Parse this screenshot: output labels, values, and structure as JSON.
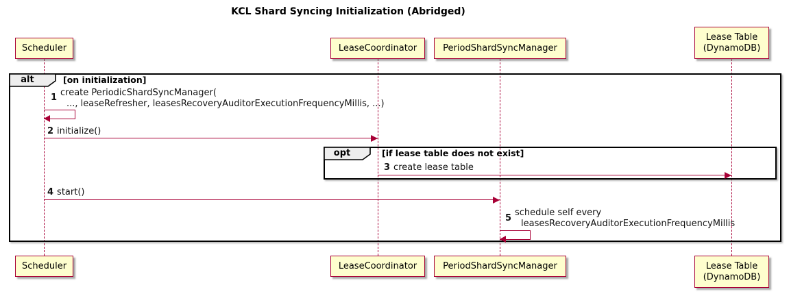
{
  "diagram": {
    "type": "sequence",
    "title": "KCL Shard Syncing Initialization (Abridged)"
  },
  "colors": {
    "background": "#FFFFFF",
    "participant_fill": "#FEFECE",
    "participant_border": "#A80036",
    "lifeline": "#A80036",
    "arrow": "#A80036",
    "frame_border": "#000000",
    "frame_tab_fill": "#EEEEEE"
  },
  "participants": [
    {
      "name": "Scheduler"
    },
    {
      "name": "LeaseCoordinator"
    },
    {
      "name": "PeriodShardSyncManager"
    },
    {
      "name": "Lease Table",
      "name_line2": "(DynamoDB)"
    }
  ],
  "frames": {
    "alt": {
      "operator": "alt",
      "guard": "[on initialization]"
    },
    "opt": {
      "operator": "opt",
      "guard": "[if lease table does not exist]"
    }
  },
  "messages": [
    {
      "seq": "1",
      "kind": "self",
      "from": "Scheduler",
      "to": "Scheduler",
      "text_line1": "create PeriodicShardSyncManager(",
      "text_line2": "..., leaseRefresher, leasesRecoveryAuditorExecutionFrequencyMillis, ...)"
    },
    {
      "seq": "2",
      "kind": "sync",
      "from": "Scheduler",
      "to": "LeaseCoordinator",
      "text": "initialize()"
    },
    {
      "seq": "3",
      "kind": "sync",
      "from": "LeaseCoordinator",
      "to": "Lease Table (DynamoDB)",
      "text": "create lease table"
    },
    {
      "seq": "4",
      "kind": "sync",
      "from": "Scheduler",
      "to": "PeriodShardSyncManager",
      "text": "start()"
    },
    {
      "seq": "5",
      "kind": "self",
      "from": "PeriodShardSyncManager",
      "to": "PeriodShardSyncManager",
      "text_line1": "schedule self every",
      "text_line2": "leasesRecoveryAuditorExecutionFrequencyMillis"
    }
  ]
}
